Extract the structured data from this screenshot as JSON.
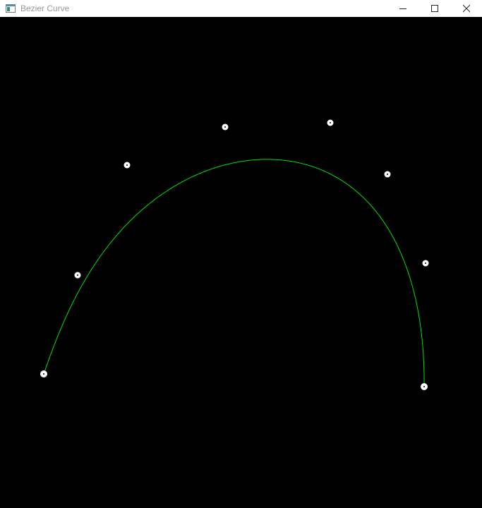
{
  "window": {
    "title": "Bezier Curve",
    "icon": "app-window-icon",
    "controls": [
      {
        "name": "minimize-button",
        "icon": "minimize-icon"
      },
      {
        "name": "maximize-button",
        "icon": "maximize-icon"
      },
      {
        "name": "close-button",
        "icon": "close-icon"
      }
    ]
  },
  "canvas": {
    "background": "#000000",
    "curve_color": "#00e000",
    "control_point_color": "#ffffff"
  }
}
